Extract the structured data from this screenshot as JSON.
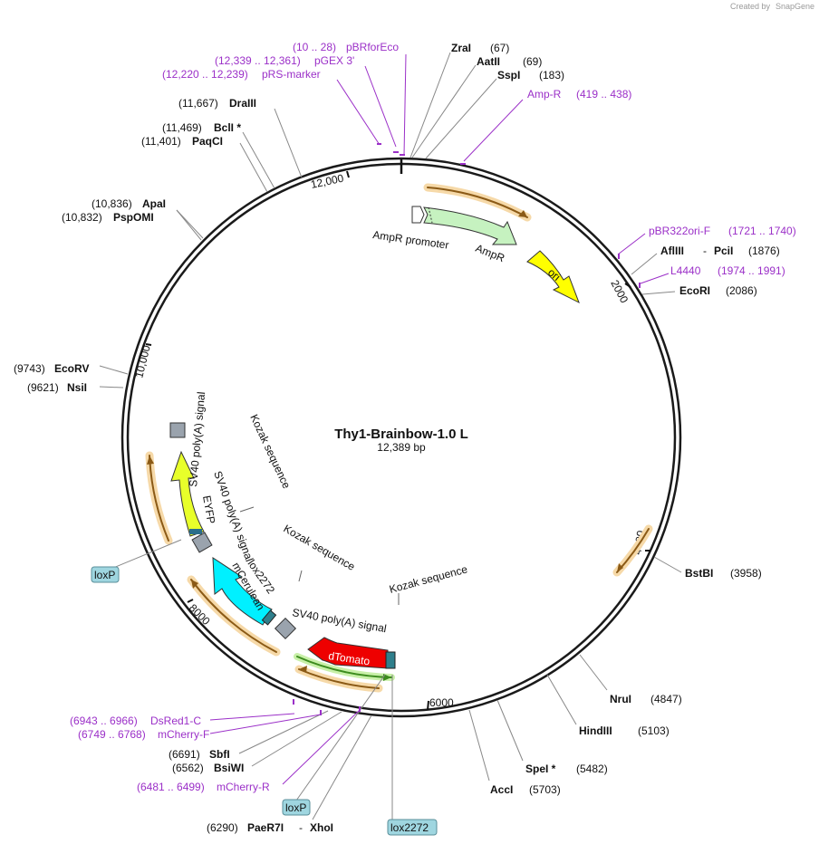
{
  "credit": {
    "text": "Created by",
    "brand": "SnapGene"
  },
  "plasmid": {
    "name": "Thy1-Brainbow-1.0 L",
    "size_text": "12,389 bp"
  },
  "ticks": [
    "2000",
    "4000",
    "6000",
    "8000",
    "10,000",
    "12,000"
  ],
  "enzymes": [
    {
      "name": "ZraI",
      "pos": "(67)"
    },
    {
      "name": "AatII",
      "pos": "(69)"
    },
    {
      "name": "SspI",
      "pos": "(183)"
    },
    {
      "name": "AflIII",
      "name2": "PciI",
      "pos": "(1876)"
    },
    {
      "name": "EcoRI",
      "pos": "(2086)"
    },
    {
      "name": "BstBI",
      "pos": "(3958)"
    },
    {
      "name": "NruI",
      "pos": "(4847)"
    },
    {
      "name": "HindIII",
      "pos": "(5103)"
    },
    {
      "name": "SpeI *",
      "pos": "(5482)"
    },
    {
      "name": "AccI",
      "pos": "(5703)"
    },
    {
      "name": "PaeR7I",
      "name2": "XhoI",
      "pos": "(6290)"
    },
    {
      "name": "BsiWI",
      "pos": "(6562)"
    },
    {
      "name": "SbfI",
      "pos": "(6691)"
    },
    {
      "name": "NsiI",
      "pos": "(9621)"
    },
    {
      "name": "EcoRV",
      "pos": "(9743)"
    },
    {
      "name": "PspOMI",
      "pos": "(10,832)"
    },
    {
      "name": "ApaI",
      "pos": "(10,836)"
    },
    {
      "name": "PaqCI",
      "pos": "(11,401)"
    },
    {
      "name": "BclI *",
      "pos": "(11,469)"
    },
    {
      "name": "DraIII",
      "pos": "(11,667)"
    }
  ],
  "primers": [
    {
      "name": "pBRforEco",
      "range": "(10 .. 28)"
    },
    {
      "name": "pGEX 3'",
      "range": "(12,339 .. 12,361)"
    },
    {
      "name": "pRS-marker",
      "range": "(12,220 .. 12,239)"
    },
    {
      "name": "Amp-R",
      "range": "(419 .. 438)"
    },
    {
      "name": "pBR322ori-F",
      "range": "(1721 .. 1740)"
    },
    {
      "name": "L4440",
      "range": "(1974 .. 1991)"
    },
    {
      "name": "DsRed1-C",
      "range": "(6943 .. 6966)"
    },
    {
      "name": "mCherry-F",
      "range": "(6749 .. 6768)"
    },
    {
      "name": "mCherry-R",
      "range": "(6481 .. 6499)"
    }
  ],
  "features": {
    "ampr_promoter": "AmpR promoter",
    "ampr": "AmpR",
    "ori": "ori",
    "dtomato": "dTomato",
    "mcerulean": "mCerulean",
    "eyfp": "EYFP",
    "sv40_1": "SV40 poly(A) signal",
    "sv40_2": "SV40 poly(A) signal",
    "sv40_3": "SV40 poly(A) signal",
    "kozak_1": "Kozak sequence",
    "kozak_2": "Kozak sequence",
    "kozak_3": "Kozak sequence",
    "lox2272_inner": "lox2272",
    "lox2272_box": "lox2272",
    "loxp_left": "loxP",
    "loxp_bottom": "loxP"
  },
  "colors": {
    "backbone": "#1a1a1a",
    "ampr": "#c6f2c0",
    "ori": "#ffff00",
    "dtomato": "#ee0000",
    "mcerulean": "#00f0ff",
    "eyfp": "#e8ff2a",
    "terminator": "#9aa3ad",
    "primer": "#9b30c8",
    "orf": "#e8a540",
    "lox_box": "#9fd6e0"
  }
}
